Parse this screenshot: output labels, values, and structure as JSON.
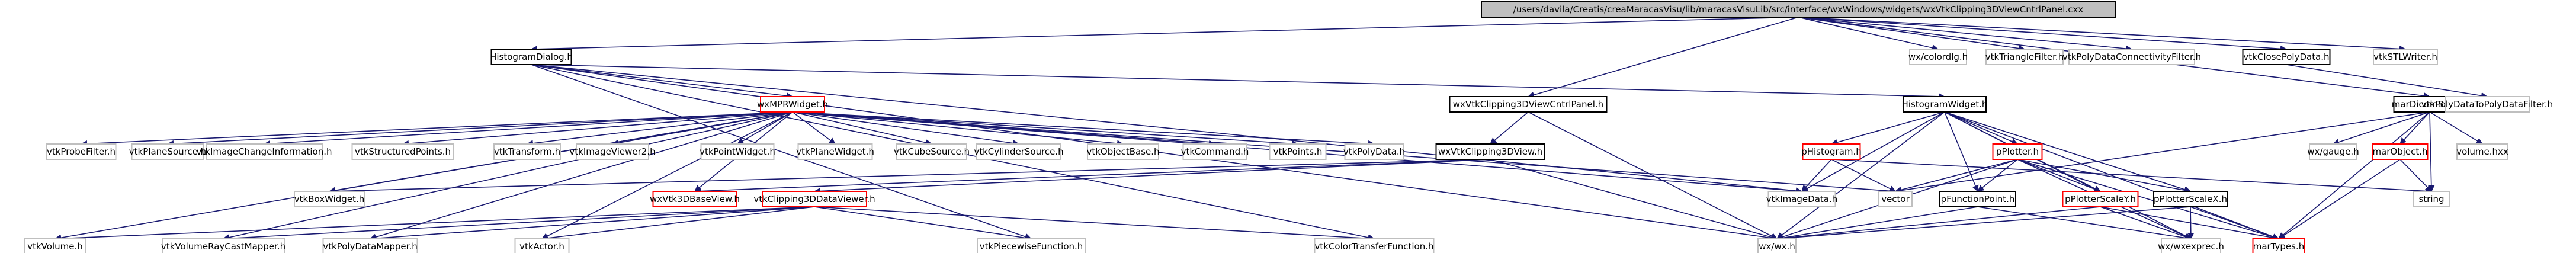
{
  "diagram": {
    "type": "include-dependency-graph",
    "colors": {
      "edge": "#191970",
      "root_fill": "#bfbfbf",
      "root_border": "#000000",
      "documented_border": "#000000",
      "undocumented_border": "#ff0000",
      "node_fill": "#ffffff",
      "leaf_border": "#bfbfbf"
    },
    "nodes": [
      {
        "id": "root",
        "label": "/users/davila/Creatis/creaMaracasVisu/lib/maracasVisuLib/src/interface/wxWindows/widgets/wxVtkClipping3DViewCntrlPanel.cxx",
        "kind": "root"
      },
      {
        "id": "histogramdialog",
        "label": "HistogramDialog.h",
        "kind": "documented"
      },
      {
        "id": "wxcolordlg",
        "label": "wx/colordlg.h",
        "kind": "leaf"
      },
      {
        "id": "vtktrianglefilter",
        "label": "vtkTriangleFilter.h",
        "kind": "leaf"
      },
      {
        "id": "vtkpolydataconn",
        "label": "vtkPolyDataConnectivityFilter.h",
        "kind": "leaf"
      },
      {
        "id": "vtkclosepolydata",
        "label": "vtkClosePolyData.h",
        "kind": "documented"
      },
      {
        "id": "vtkstlwriter",
        "label": "vtkSTLWriter.h",
        "kind": "leaf"
      },
      {
        "id": "wxmprwidget",
        "label": "wxMPRWidget.h",
        "kind": "undocumented"
      },
      {
        "id": "wxvtkclipcntrl",
        "label": "wxVtkClipping3DViewCntrlPanel.h",
        "kind": "documented"
      },
      {
        "id": "histogramwidget",
        "label": "HistogramWidget.h",
        "kind": "documented"
      },
      {
        "id": "mardicombase",
        "label": "marDicomBase.h",
        "kind": "documented"
      },
      {
        "id": "vtkpolydatatopd",
        "label": "vtkPolyDataToPolyDataFilter.h",
        "kind": "leaf"
      },
      {
        "id": "vtkprobefilter",
        "label": "vtkProbeFilter.h",
        "kind": "leaf"
      },
      {
        "id": "vtkplanesource",
        "label": "vtkPlaneSource.h",
        "kind": "leaf"
      },
      {
        "id": "vtkimagechange",
        "label": "vtkImageChangeInformation.h",
        "kind": "leaf"
      },
      {
        "id": "vtkstructpoints",
        "label": "vtkStructuredPoints.h",
        "kind": "leaf"
      },
      {
        "id": "vtktransform",
        "label": "vtkTransform.h",
        "kind": "leaf"
      },
      {
        "id": "vtkimageviewer2",
        "label": "vtkImageViewer2.h",
        "kind": "leaf"
      },
      {
        "id": "vtkpointwidget",
        "label": "vtkPointWidget.h",
        "kind": "leaf"
      },
      {
        "id": "vtkplanewidget",
        "label": "vtkPlaneWidget.h",
        "kind": "leaf"
      },
      {
        "id": "vtkcubesource",
        "label": "vtkCubeSource.h",
        "kind": "leaf"
      },
      {
        "id": "vtkcylsource",
        "label": "vtkCylinderSource.h",
        "kind": "leaf"
      },
      {
        "id": "vtkobjectbase",
        "label": "vtkObjectBase.h",
        "kind": "leaf"
      },
      {
        "id": "vtkcommand",
        "label": "vtkCommand.h",
        "kind": "leaf"
      },
      {
        "id": "vtkpoints",
        "label": "vtkPoints.h",
        "kind": "leaf"
      },
      {
        "id": "vtkpolydata",
        "label": "vtkPolyData.h",
        "kind": "leaf"
      },
      {
        "id": "wxvtkclip3dview",
        "label": "wxVtkClipping3DView.h",
        "kind": "documented"
      },
      {
        "id": "phistogram",
        "label": "pHistogram.h",
        "kind": "undocumented"
      },
      {
        "id": "pplotter",
        "label": "pPlotter.h",
        "kind": "undocumented"
      },
      {
        "id": "wxgauge",
        "label": "wx/gauge.h",
        "kind": "leaf"
      },
      {
        "id": "marobject",
        "label": "marObject.h",
        "kind": "undocumented"
      },
      {
        "id": "volumehxx",
        "label": "volume.hxx",
        "kind": "leaf"
      },
      {
        "id": "vtkboxwidget",
        "label": "vtkBoxWidget.h",
        "kind": "leaf"
      },
      {
        "id": "wxvtk3dbaseview",
        "label": "wxVtk3DBaseView.h",
        "kind": "undocumented"
      },
      {
        "id": "vtkclip3ddataviewer",
        "label": "vtkClipping3DDataViewer.h",
        "kind": "undocumented"
      },
      {
        "id": "vtkimagedata",
        "label": "vtkImageData.h",
        "kind": "leaf"
      },
      {
        "id": "vector",
        "label": "vector",
        "kind": "leaf"
      },
      {
        "id": "pfunctionpoint",
        "label": "pFunctionPoint.h",
        "kind": "documented"
      },
      {
        "id": "pplotterscaley",
        "label": "pPlotterScaleY.h",
        "kind": "undocumented"
      },
      {
        "id": "pplotterscalex",
        "label": "pPlotterScaleX.h",
        "kind": "documented"
      },
      {
        "id": "string",
        "label": "string",
        "kind": "leaf"
      },
      {
        "id": "vtkvolume",
        "label": "vtkVolume.h",
        "kind": "leaf"
      },
      {
        "id": "vtkvolraycast",
        "label": "vtkVolumeRayCastMapper.h",
        "kind": "leaf"
      },
      {
        "id": "vtkpolydatamapper",
        "label": "vtkPolyDataMapper.h",
        "kind": "leaf"
      },
      {
        "id": "vtkactor",
        "label": "vtkActor.h",
        "kind": "leaf"
      },
      {
        "id": "vtkpiecewise",
        "label": "vtkPiecewiseFunction.h",
        "kind": "leaf"
      },
      {
        "id": "vtkcolortransfer",
        "label": "vtkColorTransferFunction.h",
        "kind": "leaf"
      },
      {
        "id": "wxwx",
        "label": "wx/wx.h",
        "kind": "leaf"
      },
      {
        "id": "wxexprec",
        "label": "wx/wxexprec.h",
        "kind": "leaf"
      },
      {
        "id": "martypes",
        "label": "marTypes.h",
        "kind": "undocumented"
      }
    ],
    "edges": [
      [
        "root",
        "histogramdialog"
      ],
      [
        "root",
        "wxcolordlg"
      ],
      [
        "root",
        "vtktrianglefilter"
      ],
      [
        "root",
        "vtkpolydataconn"
      ],
      [
        "root",
        "vtkclosepolydata"
      ],
      [
        "root",
        "vtkstlwriter"
      ],
      [
        "root",
        "wxvtkclipcntrl"
      ],
      [
        "root",
        "mardicombase"
      ],
      [
        "vtkclosepolydata",
        "vtkpolydatatopd"
      ],
      [
        "histogramdialog",
        "histogramwidget"
      ],
      [
        "histogramdialog",
        "wxmprwidget"
      ],
      [
        "histogramdialog",
        "vtkimagedata"
      ],
      [
        "histogramdialog",
        "wxwx"
      ],
      [
        "histogramdialog",
        "vtkpiecewise"
      ],
      [
        "histogramdialog",
        "vtkcolortransfer"
      ],
      [
        "wxvtkclipcntrl",
        "wxvtkclip3dview"
      ],
      [
        "wxvtkclipcntrl",
        "wxwx"
      ],
      [
        "wxmprwidget",
        "vtkprobefilter"
      ],
      [
        "wxmprwidget",
        "vtkplanesource"
      ],
      [
        "wxmprwidget",
        "vtkimagechange"
      ],
      [
        "wxmprwidget",
        "vtkstructpoints"
      ],
      [
        "wxmprwidget",
        "vtktransform"
      ],
      [
        "wxmprwidget",
        "vtkimageviewer2"
      ],
      [
        "wxmprwidget",
        "vtkpointwidget"
      ],
      [
        "wxmprwidget",
        "vtkplanewidget"
      ],
      [
        "wxmprwidget",
        "vtkcubesource"
      ],
      [
        "wxmprwidget",
        "vtkcylsource"
      ],
      [
        "wxmprwidget",
        "vtkobjectbase"
      ],
      [
        "wxmprwidget",
        "vtkcommand"
      ],
      [
        "wxmprwidget",
        "vtkpoints"
      ],
      [
        "wxmprwidget",
        "vtkpolydata"
      ],
      [
        "wxmprwidget",
        "vtkvolume"
      ],
      [
        "wxmprwidget",
        "vtkvolraycast"
      ],
      [
        "wxmprwidget",
        "vtkpolydatamapper"
      ],
      [
        "wxmprwidget",
        "vtkactor"
      ],
      [
        "wxmprwidget",
        "wxvtk3dbaseview"
      ],
      [
        "wxmprwidget",
        "vtkboxwidget"
      ],
      [
        "wxmprwidget",
        "vtkimagedata"
      ],
      [
        "wxmprwidget",
        "vector"
      ],
      [
        "wxvtkclip3dview",
        "wxvtk3dbaseview"
      ],
      [
        "wxvtkclip3dview",
        "vtkclip3ddataviewer"
      ],
      [
        "wxvtkclip3dview",
        "vtkboxwidget"
      ],
      [
        "wxvtkclip3dview",
        "wxwx"
      ],
      [
        "vtkclip3ddataviewer",
        "vtkvolume"
      ],
      [
        "vtkclip3ddataviewer",
        "vtkvolraycast"
      ],
      [
        "vtkclip3ddataviewer",
        "vtkpolydatamapper"
      ],
      [
        "vtkclip3ddataviewer",
        "vtkactor"
      ],
      [
        "vtkclip3ddataviewer",
        "vtkpiecewise"
      ],
      [
        "vtkclip3ddataviewer",
        "vtkcolortransfer"
      ],
      [
        "histogramwidget",
        "phistogram"
      ],
      [
        "histogramwidget",
        "pplotter"
      ],
      [
        "histogramwidget",
        "pfunctionpoint"
      ],
      [
        "histogramwidget",
        "pplotterscaley"
      ],
      [
        "histogramwidget",
        "pplotterscalex"
      ],
      [
        "histogramwidget",
        "wxwx"
      ],
      [
        "histogramwidget",
        "wxexprec"
      ],
      [
        "histogramwidget",
        "vtkimagedata"
      ],
      [
        "histogramwidget",
        "martypes"
      ],
      [
        "phistogram",
        "vtkimagedata"
      ],
      [
        "phistogram",
        "vector"
      ],
      [
        "phistogram",
        "string"
      ],
      [
        "pplotter",
        "pfunctionpoint"
      ],
      [
        "pplotter",
        "pplotterscaley"
      ],
      [
        "pplotter",
        "pplotterscalex"
      ],
      [
        "pplotter",
        "vector"
      ],
      [
        "pplotter",
        "wxwx"
      ],
      [
        "pplotter",
        "wxexprec"
      ],
      [
        "pplotter",
        "martypes"
      ],
      [
        "pfunctionpoint",
        "wxwx"
      ],
      [
        "pfunctionpoint",
        "wxexprec"
      ],
      [
        "pplotterscaley",
        "wxwx"
      ],
      [
        "pplotterscaley",
        "wxexprec"
      ],
      [
        "pplotterscaley",
        "martypes"
      ],
      [
        "pplotterscalex",
        "wxwx"
      ],
      [
        "pplotterscalex",
        "wxexprec"
      ],
      [
        "pplotterscalex",
        "martypes"
      ],
      [
        "mardicombase",
        "vector"
      ],
      [
        "mardicombase",
        "wxgauge"
      ],
      [
        "mardicombase",
        "marobject"
      ],
      [
        "mardicombase",
        "volumehxx"
      ],
      [
        "mardicombase",
        "string"
      ],
      [
        "mardicombase",
        "martypes"
      ],
      [
        "marobject",
        "string"
      ],
      [
        "marobject",
        "martypes"
      ]
    ]
  }
}
